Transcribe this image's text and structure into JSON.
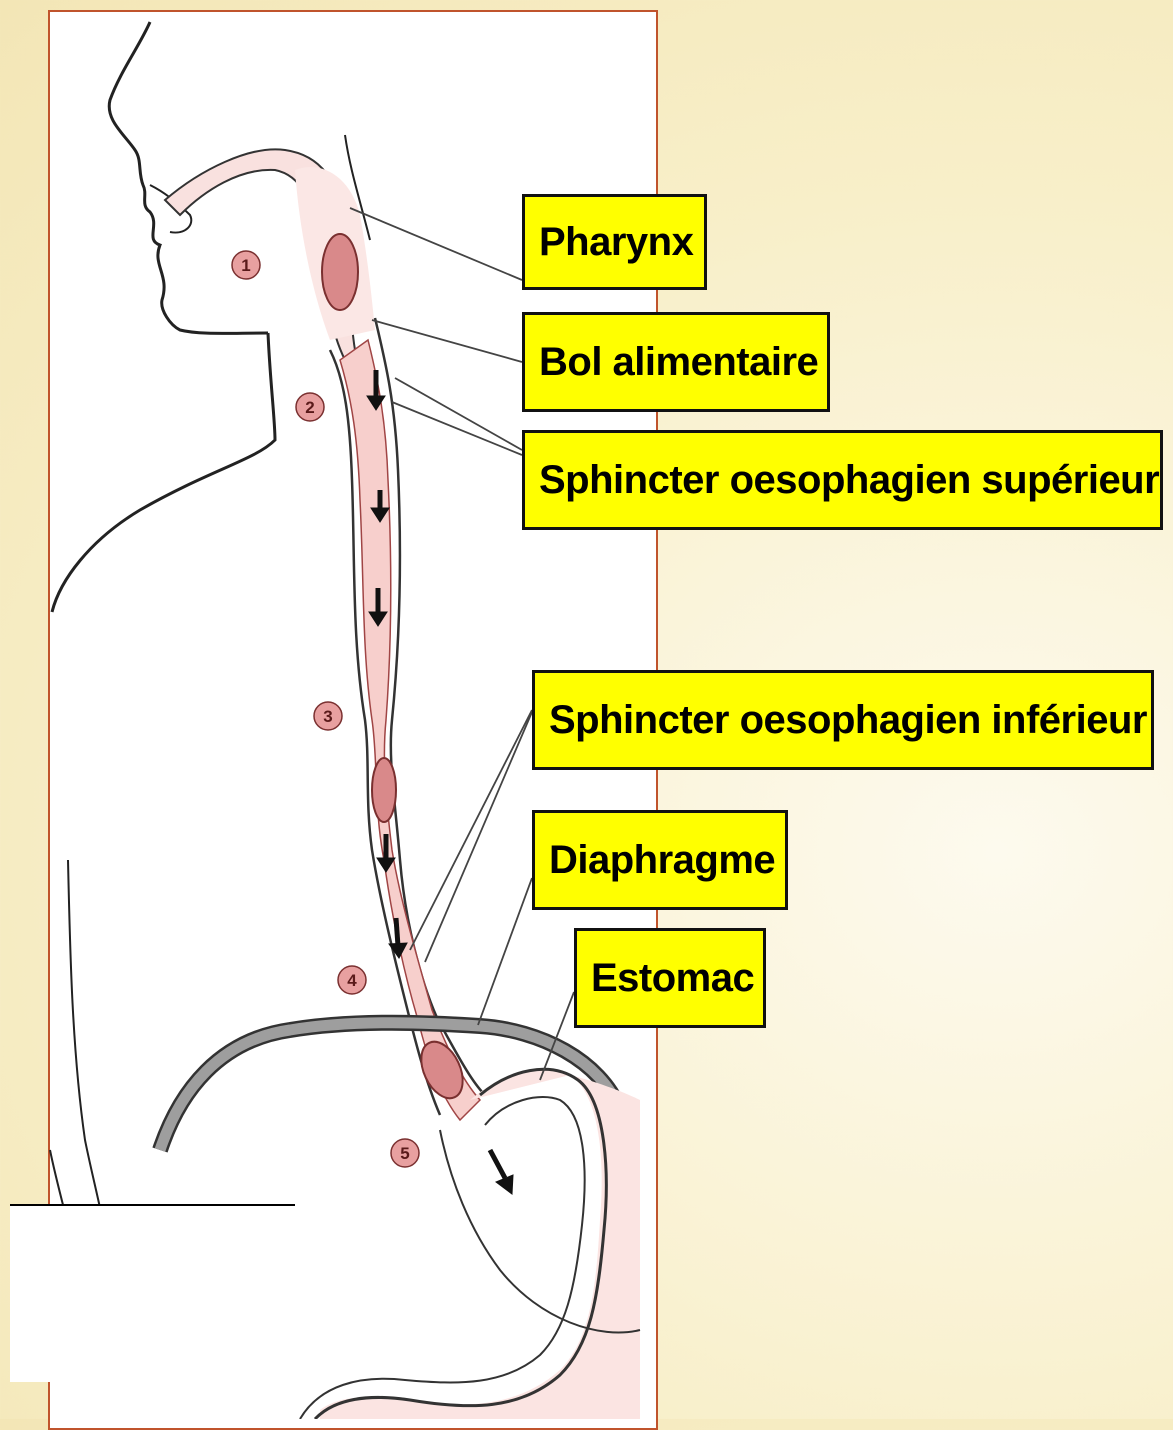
{
  "labels": {
    "pharynx": "Pharynx",
    "bolus": "Bol alimentaire",
    "upper_sphincter": "Sphincter oesophagien supérieur",
    "lower_sphincter": "Sphincter oesophagien inférieur",
    "diaphragm": "Diaphragme",
    "stomach": "Estomac"
  },
  "stages": [
    "1",
    "2",
    "3",
    "4",
    "5"
  ],
  "colors": {
    "label_fill": "#ffff00",
    "tissue": "#f9e1df",
    "bolus": "#d9898a",
    "frame": "#c0542c",
    "diaphragm": "#9e9e9e"
  }
}
